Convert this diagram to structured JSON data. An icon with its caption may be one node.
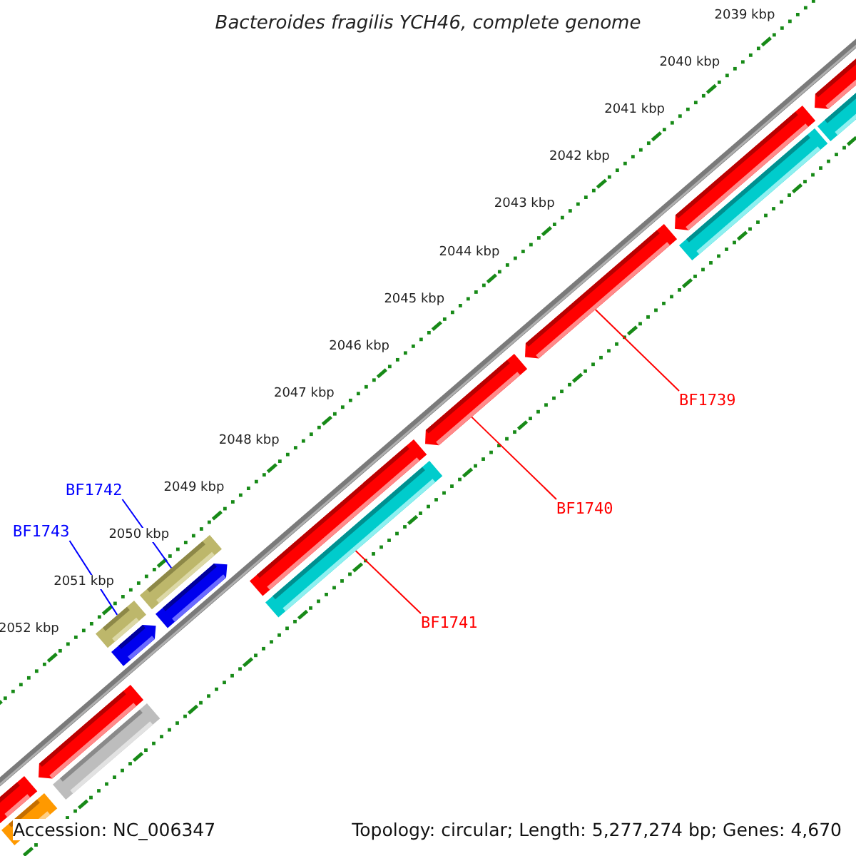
{
  "diagram": {
    "title": "Bacteroides fragilis YCH46, complete genome",
    "nodes": [
      {
        "text": [
          "BF1739"
        ]
      },
      {
        "text": [
          "BF1742"
        ]
      },
      {
        "text": [
          "BF1740"
        ]
      },
      {
        "text": [
          "BF1743"
        ]
      },
      {
        "text": [
          "BF1741"
        ]
      },
      {
        "text": [],
        "shape": "bar"
      },
      {
        "text": [],
        "shape": "bar"
      },
      {
        "text": [],
        "shape": "bar"
      },
      {
        "text": [],
        "shape": "bar"
      },
      {
        "text": [],
        "shape": "bar"
      },
      {
        "text": [],
        "shape": "bar"
      },
      {
        "text": [],
        "shape": "bar"
      },
      {
        "text": [],
        "shape": "bar"
      },
      {
        "text": [],
        "shape": "bar"
      },
      {
        "text": [],
        "shape": "bar"
      },
      {
        "text": [],
        "shape": "bar"
      },
      {
        "text": [],
        "shape": "bar"
      },
      {
        "text": [],
        "shape": "bar"
      },
      {
        "text": [],
        "shape": "bar"
      },
      {
        "text": [],
        "shape": "bar"
      },
      {
        "text": [],
        "shape": "bar"
      }
    ],
    "edges": [
      {
        "from": 0,
        "to": 16,
        "arrow": "none"
      },
      {
        "from": 1,
        "to": 11,
        "arrow": "none",
        "color": "#0000ff"
      },
      {
        "from": 2,
        "to": 15,
        "arrow": "none"
      },
      {
        "from": 3,
        "to": 9,
        "arrow": "none",
        "color": "#0000ff"
      },
      {
        "from": 4,
        "to": 13,
        "arrow": "none"
      }
    ],
    "labels": [
      "2039 kbp",
      "2040 kbp",
      "2041 kbp",
      "2042 kbp",
      "2043 kbp",
      "2044 kbp",
      "2045 kbp",
      "2046 kbp",
      "2047 kbp",
      "2048 kbp",
      "2049 kbp",
      "2050 kbp",
      "2051 kbp",
      "2052 kbp",
      "Accession: NC_006347",
      "Topology: circular; Length: 5,277,274 bp; Genes: 4,670"
    ]
  }
}
